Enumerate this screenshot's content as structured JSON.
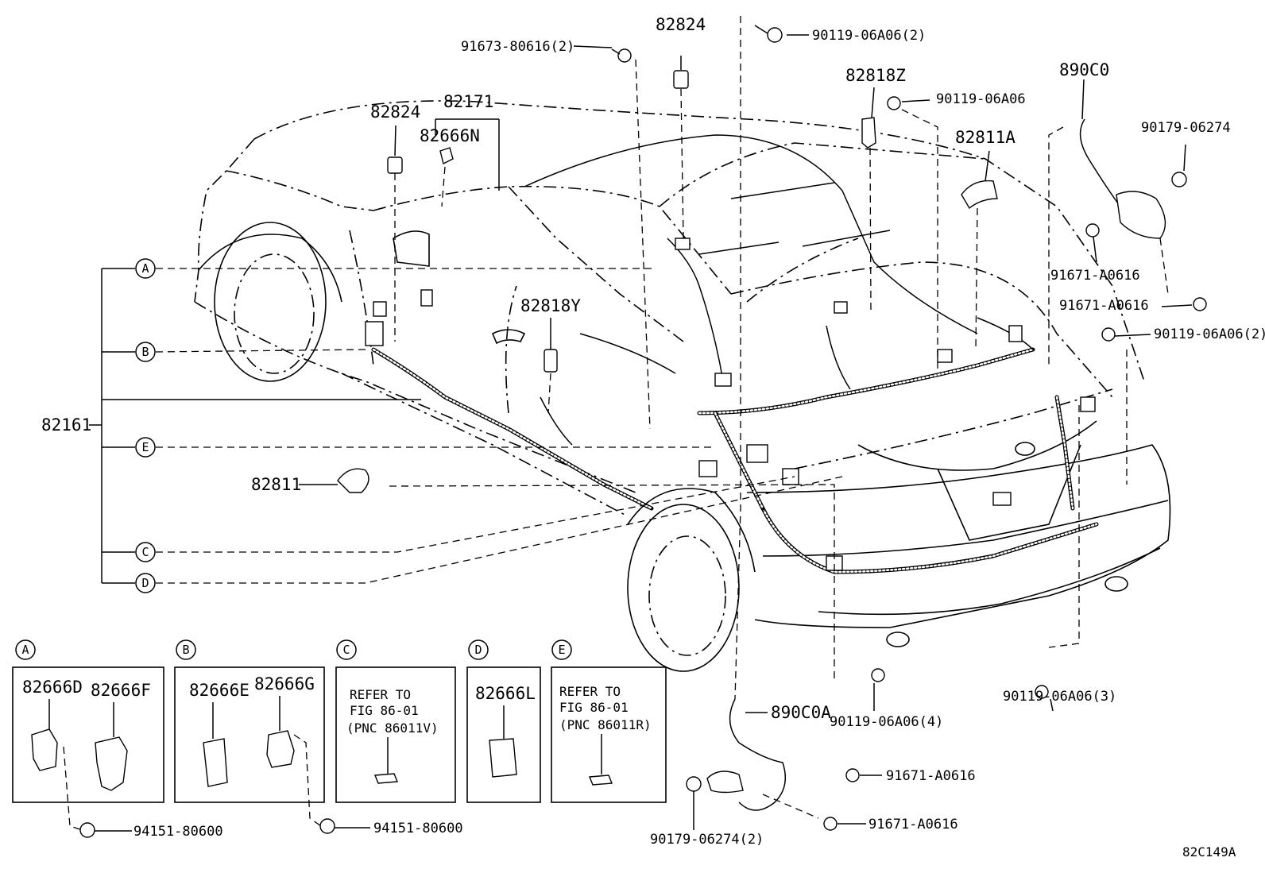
{
  "labels": {
    "p82824_top": "82824",
    "p91673": "91673-80616(2)",
    "p90119_top": "90119-06A06(2)",
    "p82818z": "82818Z",
    "p90119_mid": "90119-06A06",
    "p890c0": "890C0",
    "p90179": "90179-06274",
    "p82824_left": "82824",
    "p82171": "82171",
    "p82666n": "82666N",
    "p82811a": "82811A",
    "p91671_a": "91671-A0616",
    "p91671_b": "91671-A0616",
    "p90119_right": "90119-06A06(2)",
    "p82818y": "82818Y",
    "p82161": "82161",
    "p82811": "82811",
    "p90119_bottom3": "90119-06A06(3)",
    "p90119_bottom4": "90119-06A06(4)",
    "p890c0a": "890C0A",
    "p91671_c": "91671-A0616",
    "p91671_d": "91671-A0616",
    "p90179_2": "90179-06274(2)",
    "p94151_a": "94151-80600",
    "p94151_b": "94151-80600",
    "fig_id": "82C149A"
  },
  "callouts": {
    "a": "A",
    "b": "B",
    "c": "C",
    "d": "D",
    "e": "E"
  },
  "boxes": {
    "a": {
      "part1": "82666D",
      "part2": "82666F"
    },
    "b": {
      "part1": "82666E",
      "part2": "82666G"
    },
    "c": {
      "line1": "REFER TO",
      "line2": "FIG 86-01",
      "line3": "(PNC 86011V)"
    },
    "d": {
      "part1": "82666L"
    },
    "e": {
      "line1": "REFER TO",
      "line2": "FIG 86-01",
      "line3": "(PNC 86011R)"
    }
  }
}
